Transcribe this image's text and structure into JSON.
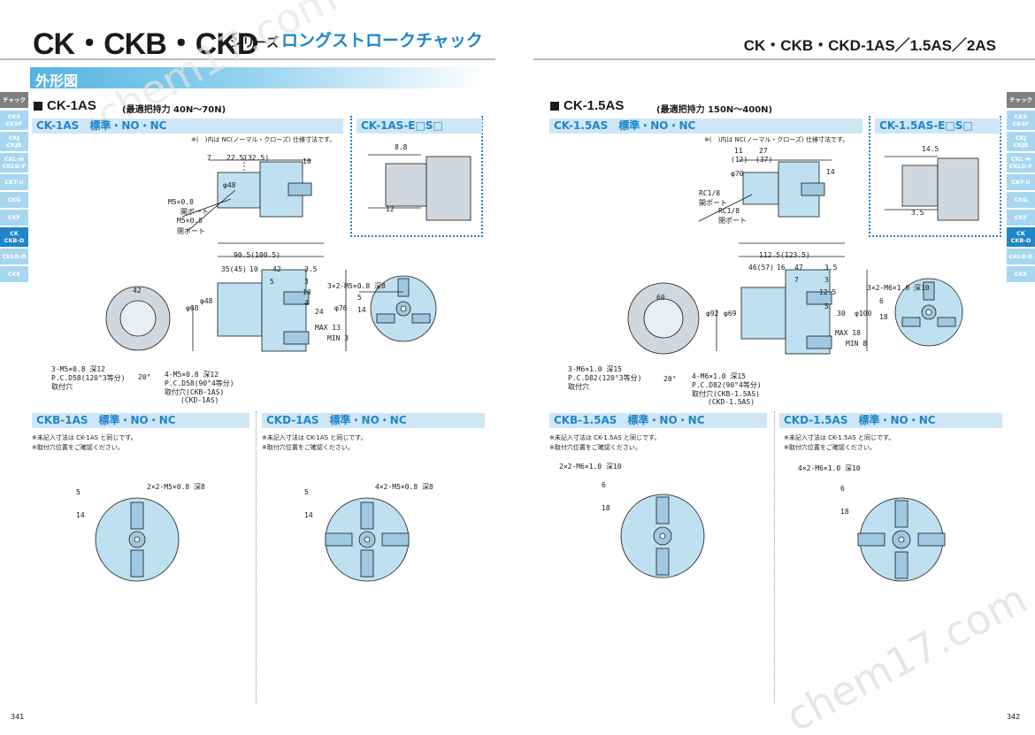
{
  "header": {
    "title_main": "CK・CKB・CKD",
    "title_series": "シリーズ",
    "title_sub": "ロングストロークチャック",
    "title_right": "CK・CKB・CKD-1AS／1.5AS／2AS"
  },
  "section": {
    "label": "外形図"
  },
  "left": {
    "model": "CK-1AS",
    "range": "(最適把持力 40N～70N)",
    "std_label": "CK-1AS　標準・NO・NC",
    "e_label": "CK-1AS-E□S□",
    "nc_note": "※(　)内は NC(ノーマル・クローズ) 仕様寸法です。",
    "dims": {
      "d1": "7",
      "d2": "22.5(32.5)",
      "d3": "10",
      "d4": "φ48",
      "port1": "M5×0.8",
      "port1_name": "開ポート",
      "port2": "M5×0.8",
      "port2_name": "閉ポート",
      "e1": "8.8",
      "e2": "12",
      "b1": "90.5(100.5)",
      "b2": "35(45)",
      "b3": "10",
      "b4": "42",
      "b5": "5",
      "b6": "3.5",
      "b7": "3",
      "b8": "10",
      "b9": "42",
      "b10": "φ68",
      "b11": "φ48",
      "b12": "4",
      "b13": "24",
      "b14": "MAX 13",
      "b15": "MIN 3",
      "b16": "φ76",
      "f1": "3×2-M5×0.8 深8",
      "f2": "5",
      "f3": "14",
      "m1": "3-M5×0.8 深12",
      "m2": "P.C.D58(120°3等分)",
      "m3": "取付穴",
      "m4": "4-M5×0.8 深12",
      "m5": "P.C.D58(90°4等分)",
      "m6": "取付穴(CKB-1AS)",
      "m7": "(CKD-1AS)",
      "m8": "20°"
    },
    "ckb": {
      "label": "CKB-1AS　標準・NO・NC",
      "note1": "※未記入寸法は CK-1AS と同じです。",
      "note2": "※取付穴位置をご確認ください。",
      "callout": "2×2-M5×0.8 深8",
      "d1": "5",
      "d2": "14"
    },
    "ckd": {
      "label": "CKD-1AS　標準・NO・NC",
      "note1": "※未記入寸法は CK-1AS と同じです。",
      "note2": "※取付穴位置をご確認ください。",
      "callout": "4×2-M5×0.8 深8",
      "d1": "5",
      "d2": "14"
    }
  },
  "right": {
    "model": "CK-1.5AS",
    "range": "(最適把持力 150N～400N)",
    "std_label": "CK-1.5AS　標準・NO・NC",
    "e_label": "CK-1.5AS-E□S□",
    "nc_note": "※(　)内は NC(ノーマル・クローズ) 仕様寸法です。",
    "dims": {
      "d1": "11",
      "d2": "27",
      "d3": "(12)",
      "d4": "(37)",
      "d5": "φ70",
      "d6": "14",
      "port1": "RC1/8",
      "port1_name": "開ポート",
      "port2": "RC1/8",
      "port2_name": "閉ポート",
      "e1": "14.5",
      "e2": "3.5",
      "b1": "112.5(123.5)",
      "b2": "46(57)",
      "b3": "16",
      "b4": "47",
      "b5": "7",
      "b6": "3.5",
      "b7": "3",
      "b8": "12.5",
      "b9": "60",
      "b10": "φ92",
      "b11": "φ69",
      "b12": "5",
      "b13": "30",
      "b14": "MAX 18",
      "b15": "MIN 8",
      "b16": "φ100",
      "f1": "3×2-M6×1.0 深10",
      "f2": "6",
      "f3": "18",
      "m1": "3-M6×1.0 深15",
      "m2": "P.C.D82(120°3等分)",
      "m3": "取付穴",
      "m4": "4-M6×1.0 深15",
      "m5": "P.C.D82(90°4等分)",
      "m6": "取付穴(CKB-1.5AS)",
      "m7": "(CKD-1.5AS)",
      "m8": "20°"
    },
    "ckb": {
      "label": "CKB-1.5AS　標準・NO・NC",
      "note1": "※未記入寸法は CK-1.5AS と同じです。",
      "note2": "※取付穴位置をご確認ください。",
      "callout": "2×2-M6×1.0 深10",
      "d1": "6",
      "d2": "18"
    },
    "ckd": {
      "label": "CKD-1.5AS　標準・NO・NC",
      "note1": "※未記入寸法は CK-1.5AS と同じです。",
      "note2": "※取付穴位置をご確認ください。",
      "callout": "4×2-M6×1.0 深10",
      "d1": "6",
      "d2": "18"
    }
  },
  "tabs": {
    "head": "チャック",
    "items": [
      "CKS\nCKSF",
      "CKJ\nCKJB",
      "CKL-H\nCKLG-F",
      "CKT-U",
      "CKG",
      "CKF",
      "CK\nCKB-D",
      "CKLB-D",
      "CKE"
    ],
    "active_index": 6
  },
  "page_left": "341",
  "page_right": "342",
  "watermark": "chem17.com",
  "colors": {
    "accent": "#1f86c9",
    "part_fill": "#bfe0f0",
    "band": "#cfe6f5"
  }
}
